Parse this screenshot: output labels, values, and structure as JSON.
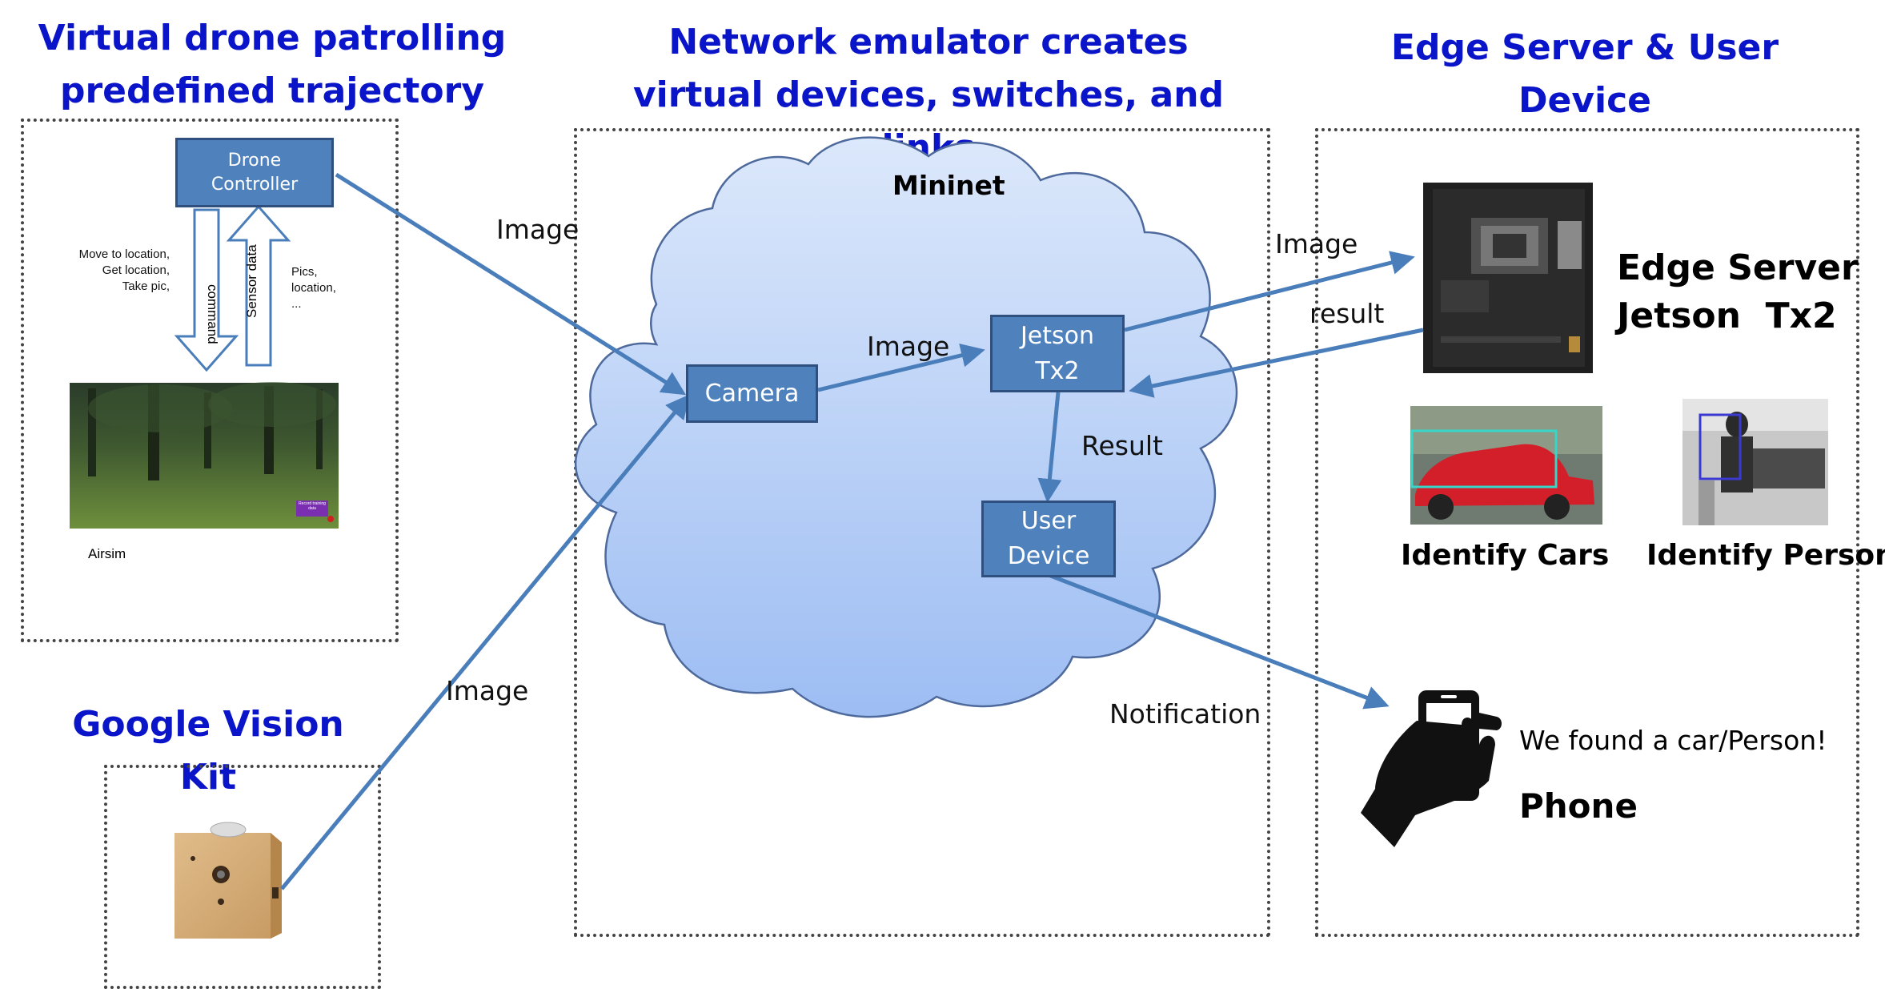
{
  "titles": {
    "drone": "Virtual drone patrolling predefined trajectory",
    "network": "Network emulator creates virtual devices, switches, and links",
    "edge": "Edge Server & User Device",
    "vision_kit": "Google Vision Kit"
  },
  "drone_panel": {
    "controller": "Drone Controller",
    "command_label": "command",
    "sensor_label": "Sensor data",
    "left_note": [
      "Move to location,",
      "Get location,",
      "Take pic,"
    ],
    "right_note": [
      "Pics,",
      "location,",
      "..."
    ],
    "sim_label": "Airsim",
    "sim_badge": "Record training data"
  },
  "cloud": {
    "name": "Mininet",
    "camera": "Camera",
    "jetson": "Jetson Tx2",
    "user_device": "User Device"
  },
  "edges": {
    "drone_to_camera": "Image",
    "kit_to_camera": "Image",
    "camera_to_jetson": "Image",
    "jetson_to_server": "Image",
    "server_to_jetson": "result",
    "jetson_to_user": "Result",
    "user_to_phone": "Notification"
  },
  "edge_panel": {
    "server_name_line1": "Edge Server",
    "server_name_line2": "Jetson  Tx2",
    "cars_caption": "Identify Cars",
    "person_caption": "Identify Person",
    "phone_message": "We found a car/Person!",
    "phone_label": "Phone"
  },
  "colors": {
    "title": "#0a14c8",
    "box_fill": "#4f81bd",
    "arrow": "#4a7ebb",
    "cloud_top": "#dce8fb",
    "cloud_bottom": "#9dbdf3"
  }
}
